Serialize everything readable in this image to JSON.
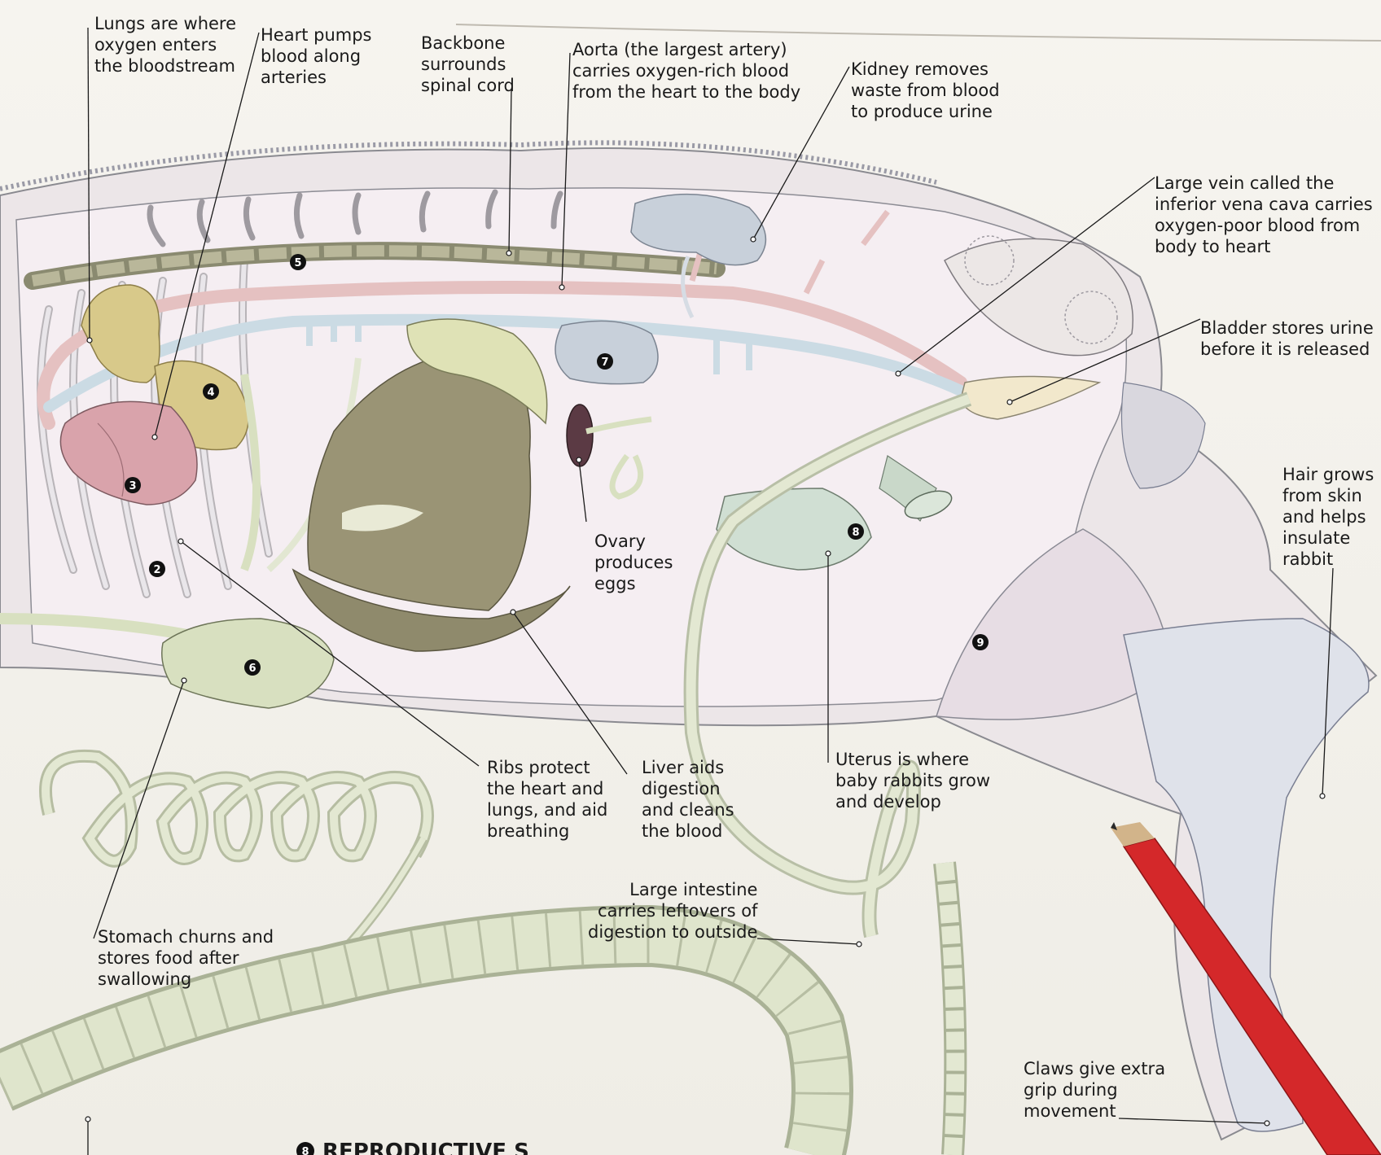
{
  "labels": {
    "lungs": "Lungs are where\noxygen enters\nthe bloodstream",
    "heart": "Heart pumps\nblood along\narteries",
    "backbone": "Backbone\nsurrounds\nspinal cord",
    "aorta": "Aorta (the largest artery)\ncarries oxygen-rich blood\nfrom the heart to the body",
    "kidney": "Kidney removes\nwaste from blood\nto produce urine",
    "vena_cava": "Large vein called the\ninferior vena cava carries\noxygen-poor blood from\nbody to heart",
    "bladder": "Bladder stores urine\nbefore it is released",
    "hair": "Hair grows\nfrom skin\nand helps\ninsulate\nrabbit",
    "ovary": "Ovary\nproduces\neggs",
    "uterus": "Uterus is where\nbaby rabbits grow\nand develop",
    "ribs": "Ribs protect\nthe heart and\nlungs, and aid\nbreathing",
    "liver": "Liver aids\ndigestion\nand cleans\nthe blood",
    "stomach": "Stomach churns and\nstores food after\nswallowing",
    "large_intestine": "Large intestine\ncarries leftovers of\ndigestion to outside",
    "claws": "Claws give extra\ngrip during\nmovement"
  },
  "markers": [
    "2",
    "3",
    "4",
    "5",
    "6",
    "7",
    "8",
    "9"
  ],
  "section_heading": {
    "number": "8",
    "text": "REPRODUCTIVE S"
  },
  "colors": {
    "paper": "#f3f1ec",
    "artery": "#e8c4c4",
    "vein": "#c9d9e3",
    "heart": "#d9a3ab",
    "lung": "#d8c98a",
    "liver": "#9a9475",
    "gut": "#d8e0c0",
    "kidney": "#c8d0d8",
    "ovary": "#5b3a44",
    "bladder": "#f2e8cc",
    "pencil": "#d4282a",
    "marker": "#111111"
  }
}
